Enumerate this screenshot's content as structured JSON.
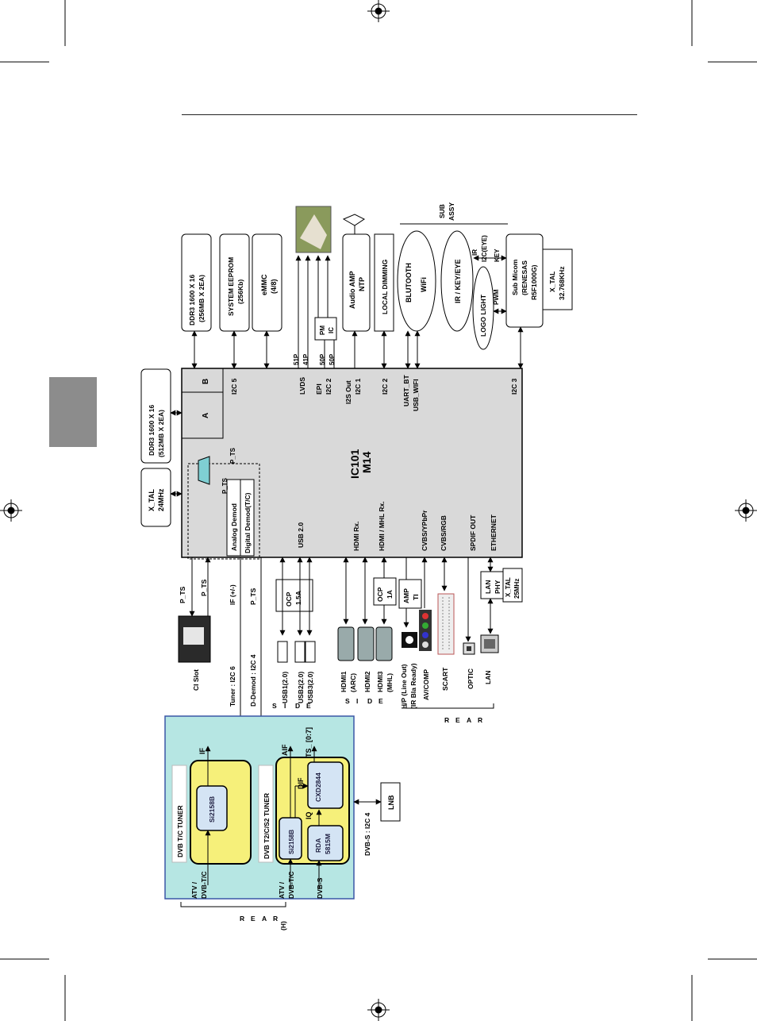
{
  "main_soc": {
    "line1": "IC101",
    "line2": "M14"
  },
  "memory_blocks": {
    "a_label": "A",
    "b_label": "B",
    "ddr_main": [
      "DDR3 1600 X 16",
      "(512MB X 2EA)"
    ],
    "ddr_sub": [
      "DDR3 1600 X 16",
      "(256MB X 2EA)"
    ],
    "eeprom": [
      "SYSTEM EEPROM",
      "(256Kb)"
    ],
    "emmc": [
      "eMMC",
      "(4/8)"
    ],
    "xtal_main": [
      "X_TAL",
      "24MHz"
    ]
  },
  "demod": {
    "analog": "Analog Demod",
    "digital": "Digital Demod(T/C)"
  },
  "ts_labels": {
    "pts": "P_TS"
  },
  "right_signals": {
    "i2c5": "I2C 5",
    "lvds": "LVDS",
    "epi": "EPI",
    "i2c2a": "I2C 2",
    "i2s_out": "I2S Out",
    "i2c1": "I2C 1",
    "i2c2b": "I2C 2",
    "uart_bt": "UART_BT",
    "usb_wifi": "USB_WIFI",
    "i2c3": "I2C 3",
    "p51": "51P",
    "p41": "41P",
    "p50a": "50P",
    "p50b": "50P"
  },
  "left_signals": {
    "usb20": "USB 2.0",
    "hdmi_rx": "HDMI Rx.",
    "hdmi_mhl": "HDMI / MHL Rx.",
    "cvbs_ypbpr": "CVBS/YPbPr",
    "cvbs_rgb": "CVBS/RGB",
    "spdif": "SPDIF OUT",
    "ethernet": "ETHERNET"
  },
  "peripherals": {
    "audio_amp": [
      "Audio AMP",
      "NTP"
    ],
    "local_dimming": "LOCAL DIMMING",
    "bt_wifi": [
      "BLUTOOTH",
      "WiFi"
    ],
    "ir_key": "IR / KEY/EYE",
    "logo_light": "LOGO LIGHT",
    "sub_micom": [
      "Sub Micom",
      "(RENESAS",
      "R5F1000G)"
    ],
    "xtal_sub": [
      "X_TAL",
      "32.768KHz"
    ],
    "pm_ic": [
      "PM",
      "IC"
    ],
    "sub_assy": [
      "SUB",
      "ASSY"
    ],
    "pwm": "PWM",
    "ir_label": "IR",
    "i2c_eye": "I2C(EYE)",
    "key": "KEY"
  },
  "io": {
    "ci_slot": "CI Slot",
    "pts1": "P_TS",
    "pts2": "P_TS",
    "pts3": "P_TS",
    "if_pm": "IF (+/-)",
    "tuner_i2c": "Tuner : I2C 6",
    "ddemod_i2c": "D-Demod : I2C 4",
    "ocp15": [
      "OCP",
      "1.5A"
    ],
    "ocp1": [
      "OCP",
      "1A"
    ],
    "usb1": "USB1(2.0)",
    "usb2": "USB2(2.0)",
    "usb3": "USB3(2.0)",
    "side_label": [
      "S",
      "I",
      "D",
      "E"
    ],
    "hdmi1": [
      "HDMI1",
      "(ARC)"
    ],
    "hdmi2": "HDMI2",
    "hdmi3": [
      "HDMI3",
      "(MHL)"
    ],
    "hp": [
      "H/P (Line Out)",
      "(IR Bla Ready)"
    ],
    "av_comp": "AV/COMP",
    "amp_ti": [
      "AMP",
      "TI"
    ],
    "scart": "SCART",
    "optic": "OPTIC",
    "lan": "LAN",
    "lan_phy": [
      "LAN",
      "PHY"
    ],
    "xtal_lan": [
      "X_TAL",
      "25MHz"
    ],
    "rear_label": [
      "R",
      "E",
      "A",
      "R"
    ]
  },
  "tuner_module": {
    "t_title": "DVB T/C TUNER",
    "t_chip": "Si2158B",
    "t_if": "IF",
    "t_input": [
      "ATV /",
      "DVB-T/C"
    ],
    "s_title": "DVB T2/C/S2 TUNER",
    "s_chip1": "Si2158B",
    "s_chip2": [
      "RDA",
      "5815M"
    ],
    "s_chip3": "CXD2844",
    "iq": "IQ",
    "dif": "DIF",
    "aif": "AIF",
    "ts": "TS_ [0:7]",
    "s_input1": [
      "ATV /",
      "DVB-T/C"
    ],
    "s_input2": "DVB-S",
    "dvbs_i2c": "DVB-S : I2C 4",
    "lnb": "LNB",
    "rear_h": [
      "R",
      "E",
      "A",
      "R",
      "(H)"
    ]
  },
  "colors": {
    "tuner_bg": "#b6e6e3",
    "tuner_border": "#3a56a6",
    "chip_yellow": "#f6f07a",
    "chip_blue": "#d4e4f4",
    "soc_gray": "#d9d9d9",
    "buffer_cyan": "#7fcfd3"
  }
}
